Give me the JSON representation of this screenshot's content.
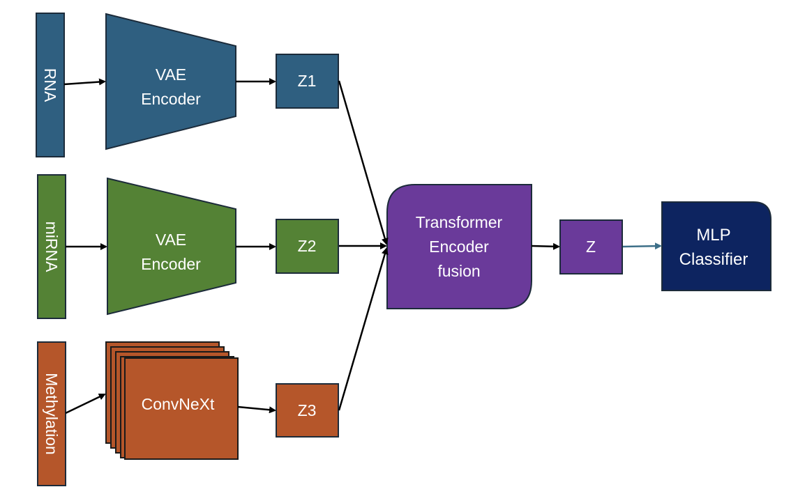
{
  "inputs": {
    "rna": "RNA",
    "mirna": "miRNA",
    "methylation": "Methylation"
  },
  "encoders": {
    "rna_encoder": [
      "VAE",
      "Encoder"
    ],
    "mirna_encoder": [
      "VAE",
      "Encoder"
    ],
    "methylation_encoder": "ConvNeXt"
  },
  "latents": {
    "z1": "Z1",
    "z2": "Z2",
    "z3": "Z3",
    "z": "Z"
  },
  "fusion": [
    "Transformer",
    "Encoder",
    "fusion"
  ],
  "classifier": [
    "MLP",
    "Classifier"
  ],
  "colors": {
    "rna_blue": "#2f5f80",
    "mirna_green": "#548235",
    "methylation_orange": "#b5562a",
    "fusion_purple": "#6a3a9a",
    "classifier_navy": "#0d2460",
    "border": "#1c2b3a",
    "arrow": "#000000",
    "arrow_blue": "#3d6f88"
  }
}
